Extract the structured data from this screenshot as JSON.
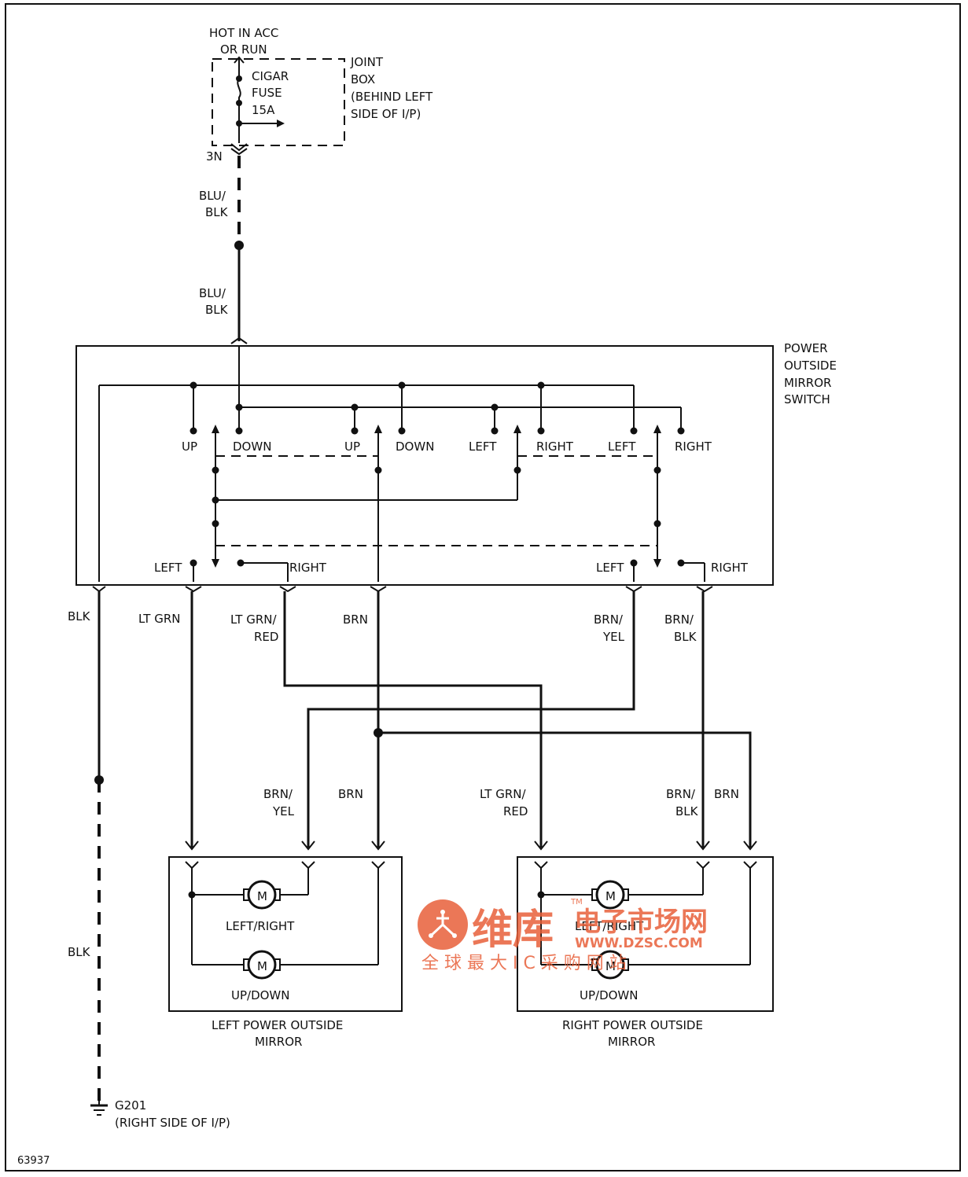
{
  "fuse": {
    "hot_line1": "HOT IN ACC",
    "hot_line2": "OR RUN",
    "name_line1": "CIGAR",
    "name_line2": "FUSE",
    "rating": "15A",
    "joint_box": [
      "JOINT",
      "BOX",
      "(BEHIND LEFT",
      "SIDE OF I/P)"
    ],
    "connector": "3N"
  },
  "feed_wire": {
    "upper_line1": "BLU/",
    "upper_line2": "BLK",
    "lower_line1": "BLU/",
    "lower_line2": "BLK"
  },
  "switch": {
    "title": [
      "POWER",
      "OUTSIDE",
      "MIRROR",
      "SWITCH"
    ],
    "contacts": {
      "up1": "UP",
      "down1": "DOWN",
      "up2": "UP",
      "down2": "DOWN",
      "left1": "LEFT",
      "right1": "RIGHT",
      "left2": "LEFT",
      "right2": "RIGHT"
    },
    "outputs": {
      "left_a": "LEFT",
      "right_a": "RIGHT",
      "left_b": "LEFT",
      "right_b": "RIGHT"
    }
  },
  "wires": {
    "blk": "BLK",
    "lt_grn": "LT GRN",
    "lt_grn_red": [
      "LT GRN/",
      "RED"
    ],
    "brn": "BRN",
    "brn_yel": [
      "BRN/",
      "YEL"
    ],
    "brn_blk": [
      "BRN/",
      "BLK"
    ],
    "left_mirror_brn_yel": [
      "BRN/",
      "YEL"
    ],
    "left_mirror_brn": "BRN",
    "right_mirror_lt_grn_red": [
      "LT GRN/",
      "RED"
    ],
    "right_mirror_brn_blk": [
      "BRN/",
      "BLK"
    ],
    "right_mirror_brn": "BRN",
    "ground_blk": "BLK"
  },
  "left_mirror": {
    "motor_symbol": "M",
    "motor1_label": "LEFT/RIGHT",
    "motor2_label": "UP/DOWN",
    "title_line1": "LEFT POWER OUTSIDE",
    "title_line2": "MIRROR"
  },
  "right_mirror": {
    "motor_symbol": "M",
    "motor1_label": "LEFT/RIGHT",
    "motor2_label": "UP/DOWN",
    "title_line1": "RIGHT POWER OUTSIDE",
    "title_line2": "MIRROR"
  },
  "ground": {
    "id": "G201",
    "location": "(RIGHT SIDE OF I/P)"
  },
  "figure_number": "63937",
  "watermark": {
    "brand_cn": "维库",
    "market_cn": "电子市场网",
    "url": "WWW.DZSC.COM",
    "slogan": "全 球 最 大 I C 采 购 网 站",
    "tm": "TM",
    "color": "#e8603a"
  }
}
